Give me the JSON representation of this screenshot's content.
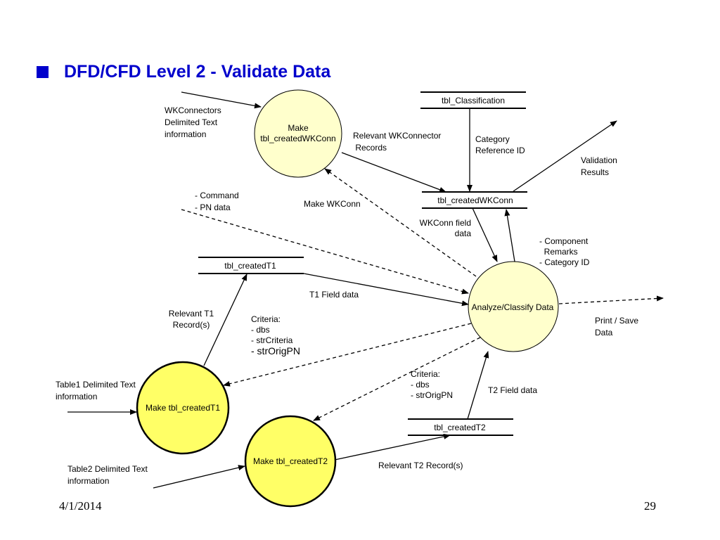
{
  "slide": {
    "title": "DFD/CFD Level 2 - Validate Data",
    "footer_date": "4/1/2014",
    "page_number": "29"
  },
  "colors": {
    "title": "#0000cc",
    "process_light": "#ffffcc",
    "process_yellow": "#ffff66",
    "line": "#000000"
  },
  "processes": {
    "make_wkconn": [
      "Make",
      "tbl_createdWKConn"
    ],
    "analyze": [
      "Analyze/Classify Data"
    ],
    "make_t1": [
      "Make tbl_createdT1"
    ],
    "make_t2": [
      "Make tbl_createdT2"
    ]
  },
  "stores": {
    "classification": "tbl_Classification",
    "created_wkconn": "tbl_createdWKConn",
    "created_t1": "tbl_createdT1",
    "created_t2": "tbl_createdT2"
  },
  "labels": {
    "wkconnectors_input": [
      "WKConnectors",
      "Delimited Text",
      "information"
    ],
    "relevant_wkconnector": [
      "Relevant WKConnector",
      " Records"
    ],
    "category_reference": [
      "Category",
      "Reference ID"
    ],
    "validation_results": [
      "Validation",
      "Results"
    ],
    "command_pn": [
      "- Command",
      "- PN data"
    ],
    "make_wkconn_flow": [
      "Make WKConn"
    ],
    "wkconn_field_data": [
      "WKConn field",
      "data"
    ],
    "component_remarks": [
      "- Component",
      "  Remarks",
      "- Category ID"
    ],
    "t1_field_data": [
      "T1 Field data"
    ],
    "relevant_t1": [
      "Relevant T1",
      "Record(s)"
    ],
    "criteria_t1": [
      "Criteria:",
      "- dbs",
      "- strCriteria"
    ],
    "criteria_t1_extra": "- strOrigPN",
    "print_save": [
      "Print / Save",
      "Data"
    ],
    "table1_input": [
      "Table1 Delimited Text",
      "information"
    ],
    "criteria_t2": [
      "Criteria:",
      "- dbs",
      "- strOrigPN"
    ],
    "t2_field_data": [
      "T2 Field data"
    ],
    "table2_input": [
      "Table2 Delimited Text",
      "information"
    ],
    "relevant_t2": [
      "Relevant T2 Record(s)"
    ]
  }
}
